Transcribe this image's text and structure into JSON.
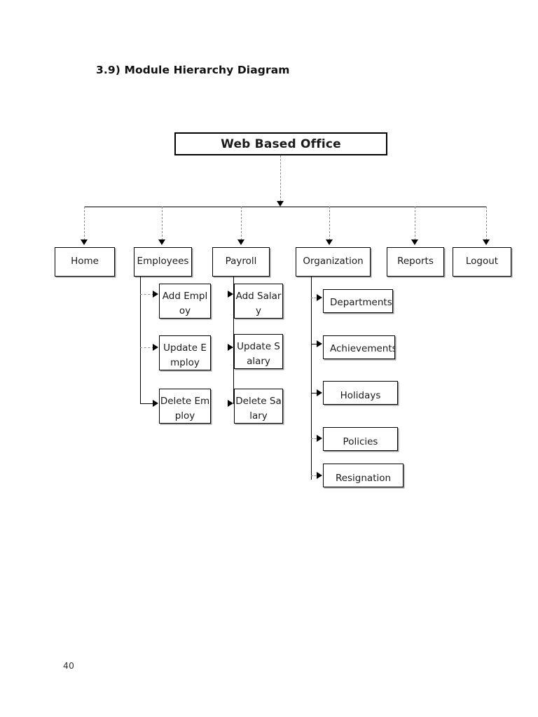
{
  "document": {
    "heading": "3.9) Module Hierarchy Diagram",
    "page_number": "40"
  },
  "chart_data": {
    "type": "diagram",
    "title": "3.9) Module Hierarchy Diagram",
    "root": "Web Based Office",
    "levels": 3,
    "nodes": [
      {
        "id": "root",
        "label": "Web Based Office",
        "level": 0
      },
      {
        "id": "home",
        "label": "Home",
        "level": 1,
        "parent": "root"
      },
      {
        "id": "employees",
        "label": "Employees",
        "level": 1,
        "parent": "root"
      },
      {
        "id": "payroll",
        "label": "Payroll",
        "level": 1,
        "parent": "root"
      },
      {
        "id": "organization",
        "label": "Organization",
        "level": 1,
        "parent": "root"
      },
      {
        "id": "reports",
        "label": "Reports",
        "level": 1,
        "parent": "root"
      },
      {
        "id": "logout",
        "label": "Logout",
        "level": 1,
        "parent": "root"
      },
      {
        "id": "add-employ",
        "label": "Add Employ",
        "level": 2,
        "parent": "employees"
      },
      {
        "id": "update-employ",
        "label": "Update Employ",
        "level": 2,
        "parent": "employees"
      },
      {
        "id": "delete-employ",
        "label": "Delete Employ",
        "level": 2,
        "parent": "employees"
      },
      {
        "id": "add-salary",
        "label": "Add Salary",
        "level": 2,
        "parent": "payroll"
      },
      {
        "id": "update-salary",
        "label": "Update Salary",
        "level": 2,
        "parent": "payroll"
      },
      {
        "id": "delete-salary",
        "label": "Delete Salary",
        "level": 2,
        "parent": "payroll"
      },
      {
        "id": "departments",
        "label": "Departments",
        "level": 2,
        "parent": "organization"
      },
      {
        "id": "achievements",
        "label": "Achievements",
        "level": 2,
        "parent": "organization"
      },
      {
        "id": "holidays",
        "label": "Holidays",
        "level": 2,
        "parent": "organization"
      },
      {
        "id": "policies",
        "label": "Policies",
        "level": 2,
        "parent": "organization"
      },
      {
        "id": "resignation",
        "label": "Resignation",
        "level": 2,
        "parent": "organization"
      }
    ],
    "colors": {
      "box_border": "#000000",
      "box_fill": "#ffffff",
      "connector_solid": "#000000",
      "connector_dashed": "#8d8d8d",
      "text": "#1a1a1a"
    }
  },
  "diagram": {
    "root": {
      "label": "Web Based Office"
    },
    "level1": [
      {
        "label": "Home"
      },
      {
        "label": "Employees"
      },
      {
        "label": "Payroll"
      },
      {
        "label": "Organization"
      },
      {
        "label": "Reports"
      },
      {
        "label": "Logout"
      }
    ],
    "employees_children": [
      {
        "label": "Add Employ"
      },
      {
        "label": "Update Employ"
      },
      {
        "label": "Delete Employ"
      }
    ],
    "payroll_children": [
      {
        "label": "Add Salary"
      },
      {
        "label": "Update Salary"
      },
      {
        "label": "Delete Salary"
      }
    ],
    "organization_children": [
      {
        "label": "Departments"
      },
      {
        "label": "Achievements"
      },
      {
        "label": "Holidays"
      },
      {
        "label": "Policies"
      },
      {
        "label": "Resignation"
      }
    ]
  }
}
